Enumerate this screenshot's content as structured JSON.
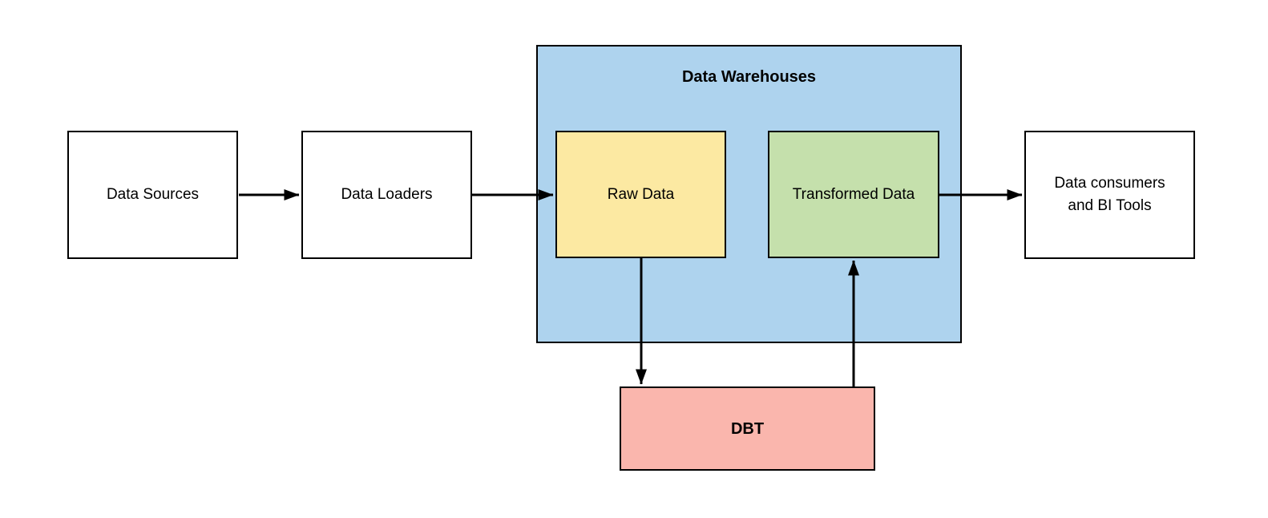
{
  "diagram": {
    "warehouse": {
      "title": "Data Warehouses",
      "fill": "#AED3EE"
    },
    "nodes": {
      "data_sources": {
        "label": "Data Sources",
        "fill": "#FFFFFF"
      },
      "data_loaders": {
        "label": "Data Loaders",
        "fill": "#FFFFFF"
      },
      "raw_data": {
        "label": "Raw Data",
        "fill": "#FCE9A2"
      },
      "transformed_data": {
        "label": "Transformed Data",
        "fill": "#C5E0AC"
      },
      "data_consumers": {
        "label": "Data consumers and BI Tools",
        "line1": "Data consumers",
        "line2": "and BI Tools",
        "fill": "#FFFFFF"
      },
      "dbt": {
        "label": "DBT",
        "fill": "#FAB6AD"
      }
    },
    "edges": [
      {
        "from": "Data Sources",
        "to": "Data Loaders"
      },
      {
        "from": "Data Loaders",
        "to": "Raw Data"
      },
      {
        "from": "Raw Data",
        "to": "DBT"
      },
      {
        "from": "DBT",
        "to": "Transformed Data"
      },
      {
        "from": "Transformed Data",
        "to": "Data consumers and BI Tools"
      }
    ],
    "colors": {
      "border": "#000000",
      "text": "#000000",
      "background": "#FFFFFF",
      "warehouse_blue": "#AED3EE",
      "raw_yellow": "#FCE9A2",
      "transformed_green": "#C5E0AC",
      "dbt_pink": "#FAB6AD"
    }
  }
}
